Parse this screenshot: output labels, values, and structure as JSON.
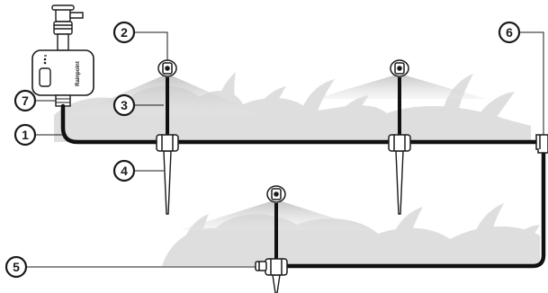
{
  "timer": {
    "brand_text": "Rainpoint"
  },
  "callouts": [
    {
      "number": "1"
    },
    {
      "number": "2"
    },
    {
      "number": "3"
    },
    {
      "number": "4"
    },
    {
      "number": "5"
    },
    {
      "number": "6"
    },
    {
      "number": "7"
    }
  ],
  "colors": {
    "tubing": "#111111",
    "spray": "#d3d3d3",
    "plants": "#dcdcdc",
    "fitting": "#ffffff",
    "outline": "#1a1a1a"
  }
}
